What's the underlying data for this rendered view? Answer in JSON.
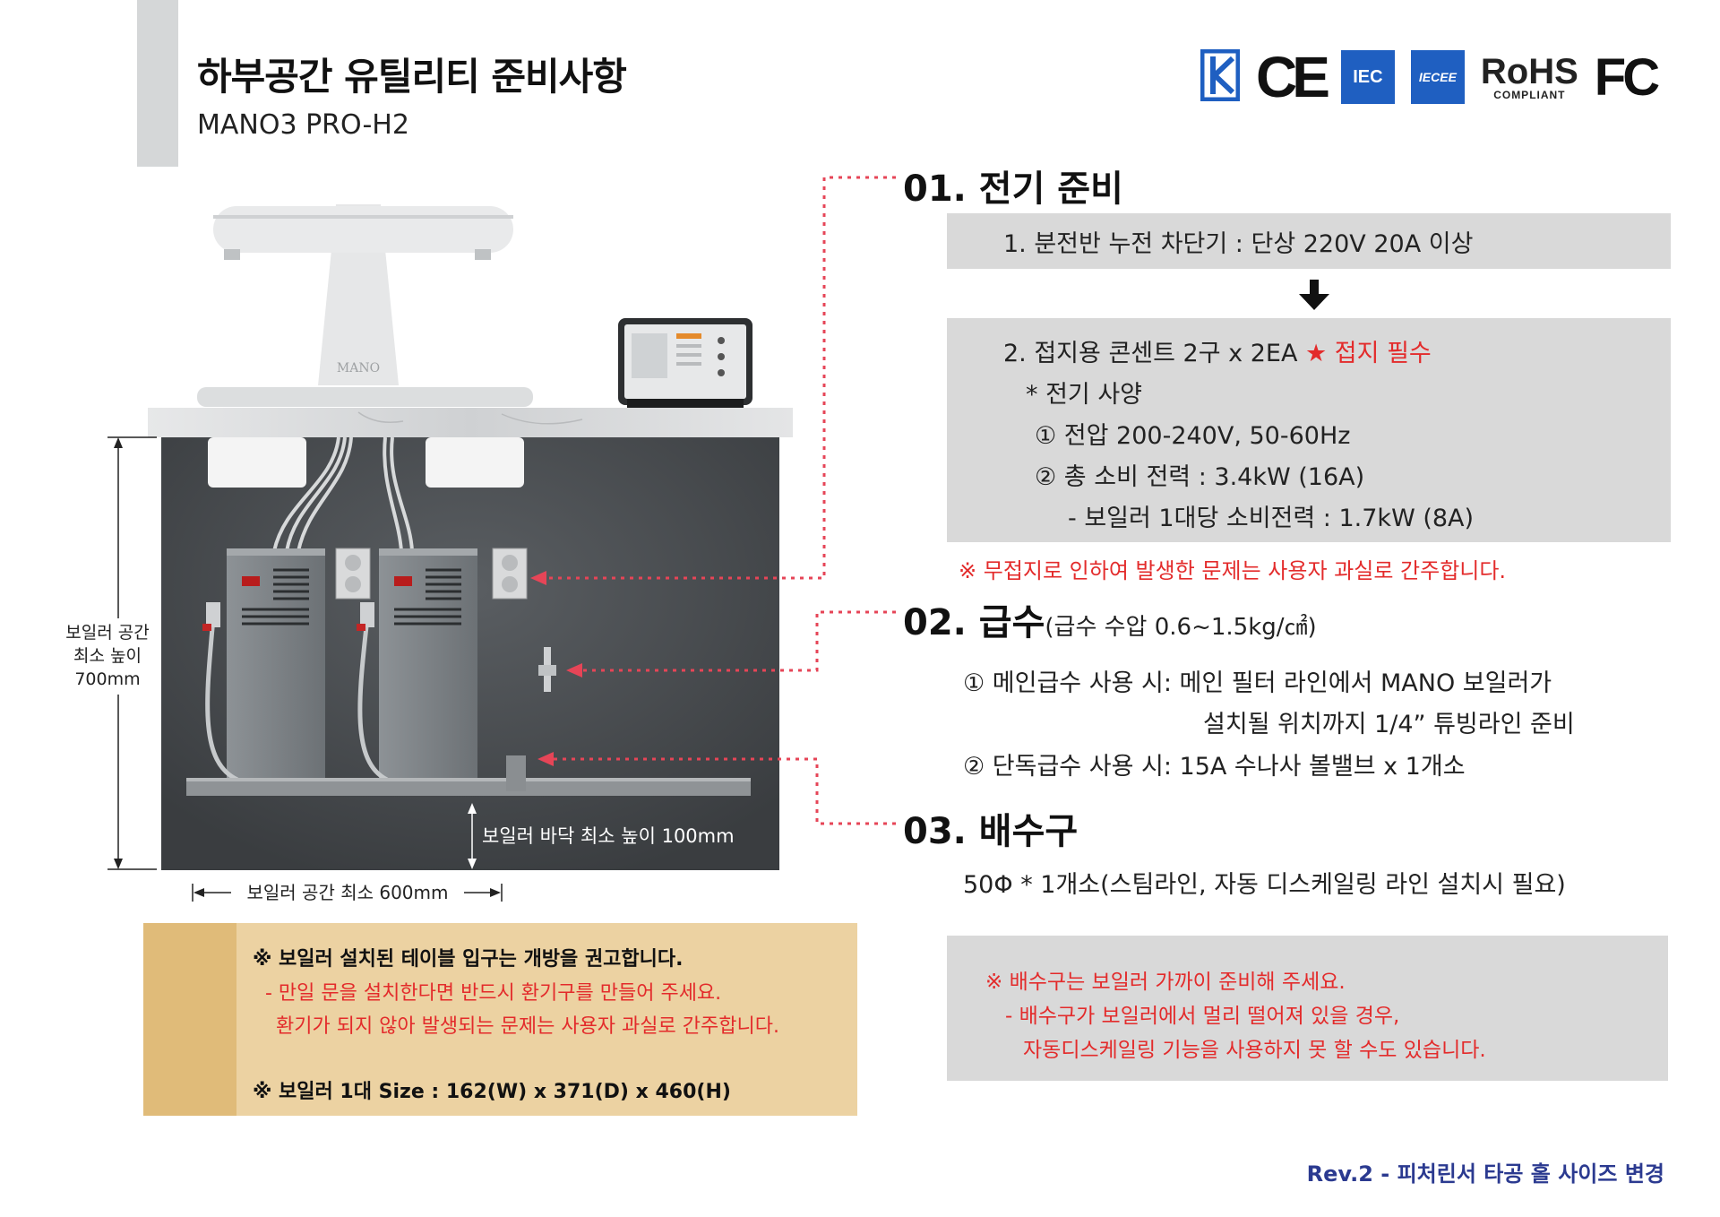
{
  "header": {
    "title": "하부공간 유틸리티 준비사항",
    "subtitle": "MANO3 PRO-H2"
  },
  "certifications": [
    {
      "icon": "kc-mark-icon"
    },
    {
      "icon": "ce-mark-icon",
      "label": "CE"
    },
    {
      "icon": "iec-mark-icon",
      "label": "IEC"
    },
    {
      "icon": "iecee-mark-icon",
      "label": "IECEE"
    },
    {
      "icon": "rohs-mark-icon",
      "label": "RoHS",
      "sub": "COMPLIANT"
    },
    {
      "icon": "fcc-mark-icon",
      "label": "FC"
    }
  ],
  "diagram": {
    "product_label": "MANO",
    "height_label_lines": [
      "보일러 공간",
      "최소 높이",
      "700mm"
    ],
    "floor_label": "보일러 바닥 최소 높이 100mm",
    "width_label": "보일러 공간 최소 600mm"
  },
  "section1": {
    "heading": "01. 전기 준비",
    "item1": "1. 분전반 누전 차단기 :  단상 220V 20A 이상",
    "item2_prefix": "2. 접지용 콘센트 2구 x 2EA ",
    "item2_required": "★ 접지 필수",
    "spec_title": "* 전기 사양",
    "spec_voltage": "① 전압 200-240V, 50-60Hz",
    "spec_power": "② 총 소비 전력 : 3.4kW (16A)",
    "spec_boiler": "- 보일러 1대당 소비전력 : 1.7kW (8A)",
    "note": "※ 무접지로 인하여 발생한 문제는 사용자 과실로 간주합니다."
  },
  "section2": {
    "heading": "02. 급수",
    "heading_sub": "(급수 수압 0.6~1.5kg/㎠)",
    "item1_line1": "① 메인급수 사용 시: 메인 필터 라인에서 MANO 보일러가",
    "item1_line2": "설치될 위치까지 1/4” 튜빙라인 준비",
    "item2": "② 단독급수 사용 시: 15A 수나사 볼밸브 x 1개소"
  },
  "section3": {
    "heading": "03. 배수구",
    "item": "50Φ * 1개소(스팀라인, 자동 디스케일링 라인 설치시 필요)",
    "note_line1": "※ 배수구는 보일러 가까이 준비해 주세요.",
    "note_line2": "- 배수구가 보일러에서 멀리 떨어져 있을 경우,",
    "note_line3": "자동디스케일링 기능을 사용하지 못 할 수도 있습니다."
  },
  "notice": {
    "line1": "※ 보일러 설치된 테이블 입구는 개방을 권고합니다.",
    "line2": "- 만일 문을 설치한다면 반드시 환기구를 만들어 주세요.",
    "line3": "환기가 되지 않아 발생되는 문제는 사용자 과실로 간주합니다.",
    "size": "※ 보일러 1대 Size : 162(W) x 371(D) x 460(H)"
  },
  "footer": {
    "revision": "Rev.2 - 피처린서 타공 홀 사이즈 변경"
  },
  "colors": {
    "accent_red": "#e32b2b",
    "cabinet": "#45494c",
    "header_bar": "#d5d7d8",
    "box_gray": "#d9d9d9",
    "notice_beige": "#ecd2a2",
    "revision_blue": "#2b3a90"
  }
}
